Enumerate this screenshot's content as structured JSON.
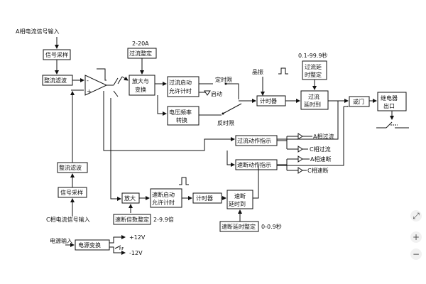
{
  "diagram": {
    "a_input": "A相电流信号输入",
    "c_input": "C相电流信号输入",
    "signal_sample_a": "信号采样",
    "rectify_filter_a": "整流滤波",
    "signal_sample_c": "信号采样",
    "rectify_filter_c": "整流滤波",
    "range_2_20a": "2-20A",
    "overcurrent_setting": "过流整定",
    "amp_line1": "放大与",
    "amp_line2": "变换",
    "oc_start_line1": "过流启动",
    "oc_start_line2": "允许计时",
    "definite_time": "定时限",
    "start_label": "启动",
    "vf_line1": "电压频率",
    "vf_line2": "转换",
    "inverse_time": "反时限",
    "crystal": "晶振",
    "timer1": "计时器",
    "range_0_1_99_9": "0.1-99.9秒",
    "oc_delay_set_line1": "过流延",
    "oc_delay_set_line2": "时整定",
    "oc_delay_line1": "过流",
    "oc_delay_line2": "延时到",
    "or_gate": "或门",
    "relay_line1": "继电器",
    "relay_line2": "出口",
    "oc_indicator": "过流动作指示",
    "qb_indicator": "速断动作指示",
    "a_oc": "A相过流",
    "c_oc": "C相过流",
    "a_qb": "A相速断",
    "c_qb": "C相速断",
    "amplify": "放大",
    "qb_start_line1": "速断启动",
    "qb_start_line2": "允许计时",
    "timer2": "计时器",
    "qb_delay_line1": "速断",
    "qb_delay_line2": "延时到",
    "qb_multiple_set": "速断倍数整定",
    "range_2_9_9": "2-9.9倍",
    "qb_delay_set": "速断延时整定",
    "range_0_0_9": "0-0.9秒",
    "power_input": "电源输入",
    "power_convert": "电源变换",
    "plus12": "+12V",
    "minus12": "-12V"
  },
  "controls": {
    "expand_icon": "⤢",
    "zoom_in": "+",
    "zoom_out": "−"
  }
}
